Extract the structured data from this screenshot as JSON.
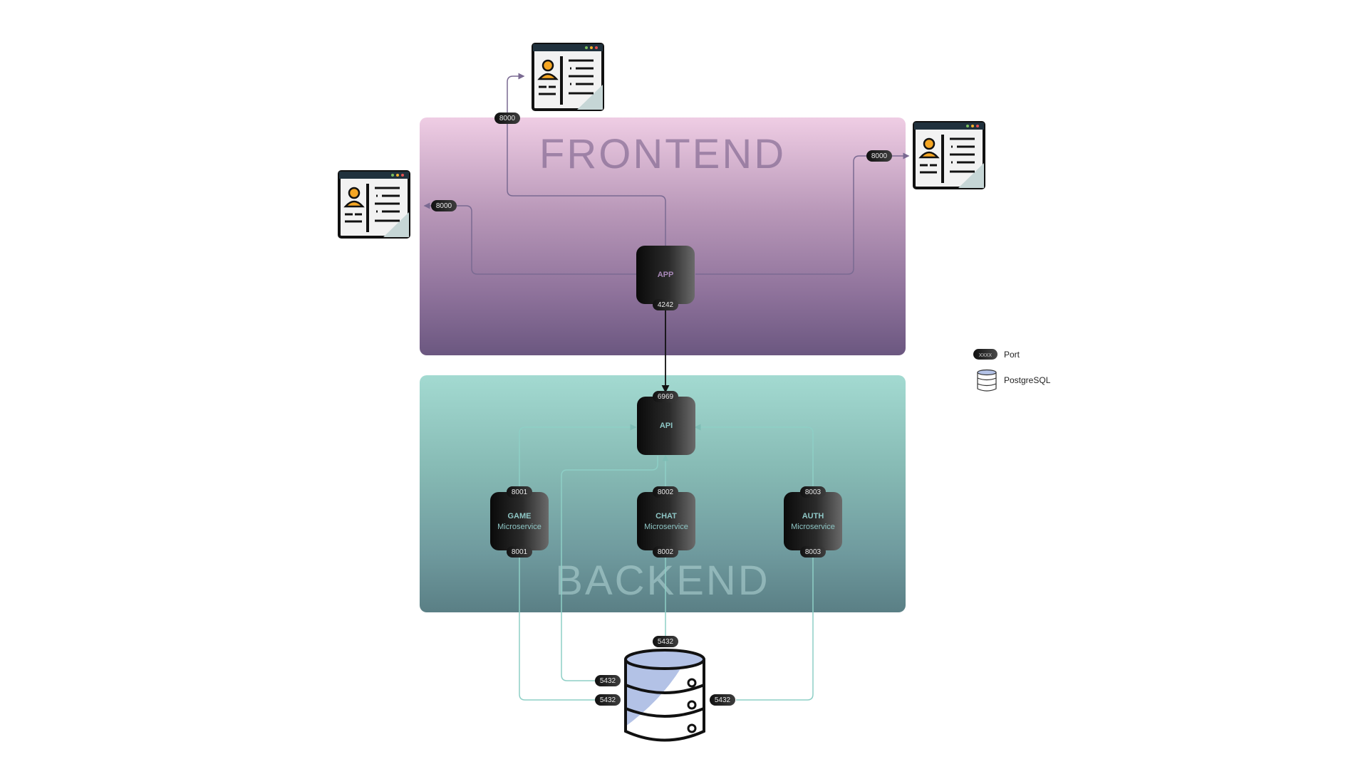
{
  "zones": {
    "frontend": "FRONTEND",
    "backend": "BACKEND"
  },
  "nodes": {
    "app": {
      "name": "APP"
    },
    "api": {
      "name": "API"
    },
    "game": {
      "name": "GAME",
      "sub": "Microservice"
    },
    "chat": {
      "name": "CHAT",
      "sub": "Microservice"
    },
    "auth": {
      "name": "AUTH",
      "sub": "Microservice"
    }
  },
  "ports": {
    "client_top": "8000",
    "client_left": "8000",
    "client_right": "8000",
    "app": "4242",
    "api": "6969",
    "game_top": "8001",
    "game_bottom": "8001",
    "chat_top": "8002",
    "chat_bottom": "8002",
    "auth_top": "8003",
    "auth_bottom": "8003",
    "db_top": "5432",
    "db_left_upper": "5432",
    "db_left_lower": "5432",
    "db_right": "5432"
  },
  "legend": {
    "port_sample": "xxxx",
    "port_label": "Port",
    "db_label": "PostgreSQL"
  },
  "colors": {
    "frontend_wire": "#7a6a92",
    "backend_wire": "#8ecfc6",
    "api_link": "#111111"
  }
}
